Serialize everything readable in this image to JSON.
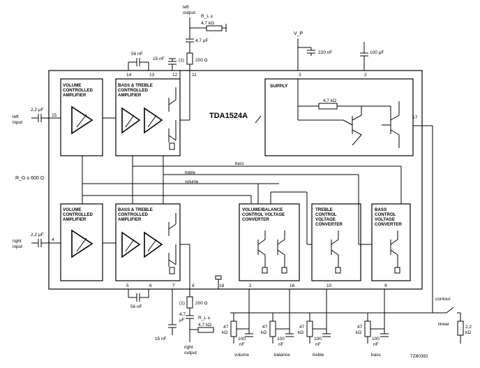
{
  "chip": {
    "name": "TDA1524A",
    "figure_code": "7Z80392"
  },
  "io": {
    "left_input": [
      "left",
      "input"
    ],
    "right_input": [
      "right",
      "input"
    ],
    "left_output": [
      "left",
      "output"
    ],
    "right_output": [
      "right",
      "output"
    ],
    "rg": "R_G ≤ 600 Ω",
    "vp": "V_P"
  },
  "blocks": {
    "vol_top": [
      "VOLUME",
      "CONTROLLED",
      "AMPLIFIER"
    ],
    "vol_bot": [
      "VOLUME",
      "CONTROLLED",
      "AMPLIFIER"
    ],
    "bt_top": [
      "BASS & TREBLE",
      "CONTROLLED",
      "AMPLIFIER"
    ],
    "bt_bot": [
      "BASS & TREBLE",
      "CONTROLLED",
      "AMPLIFIER"
    ],
    "supply": "SUPPLY",
    "vbc": [
      "VOLUME/BALANCE",
      "CONTROL VOLTAGE",
      "CONVERTER"
    ],
    "tcvc": [
      "TREBLE",
      "CONTROL",
      "VOLTAGE",
      "CONVERTER"
    ],
    "bcvc": [
      "BASS",
      "CONTROL",
      "VOLTAGE",
      "CONVERTER"
    ]
  },
  "pins": {
    "p15": "15",
    "p4": "4",
    "p14": "14",
    "p13": "13",
    "p12": "12",
    "p11": "11",
    "p3": "3",
    "p2": "2",
    "p17": "17",
    "p5": "5",
    "p6": "6",
    "p7": "7",
    "p8": "8",
    "p18": "18",
    "p1": "1",
    "p16": "16",
    "p10": "10",
    "p9": "9"
  },
  "bus": {
    "bass": "bass",
    "treble": "treble",
    "volume": "volume"
  },
  "components": {
    "c_in": "2,2 μF",
    "c_in_r": "2,2 μF",
    "c56_top": "56 nF",
    "c56_bot": "56 nF",
    "c15_top": "15 nF",
    "c15_bot": "15 nF",
    "r200_top": "200 Ω",
    "r200_bot": "200 Ω",
    "r1_top": "(1)",
    "r1_bot": "(1)",
    "c47_top": "4,7 μF",
    "c47_bot": "4,7",
    "c47_bot2": "μF",
    "rl_top": "R_L ≥",
    "rl_bot": "R_L ≥",
    "r47k_top": "4,7 kΩ",
    "r47k_bot": "4,7 kΩ",
    "r47k_supply": "4,7 kΩ",
    "c220": "220 nF",
    "c100u": "100 μF",
    "pot_k": "47",
    "pot_k2": "kΩ",
    "pot_c": "100",
    "pot_c2": "nF",
    "r22k": "2,2",
    "r22k2": "kΩ"
  },
  "controls": {
    "volume": "volume",
    "balance": "balance",
    "treble": "treble",
    "bass": "bass",
    "contour": "contour",
    "linear": "linear"
  }
}
